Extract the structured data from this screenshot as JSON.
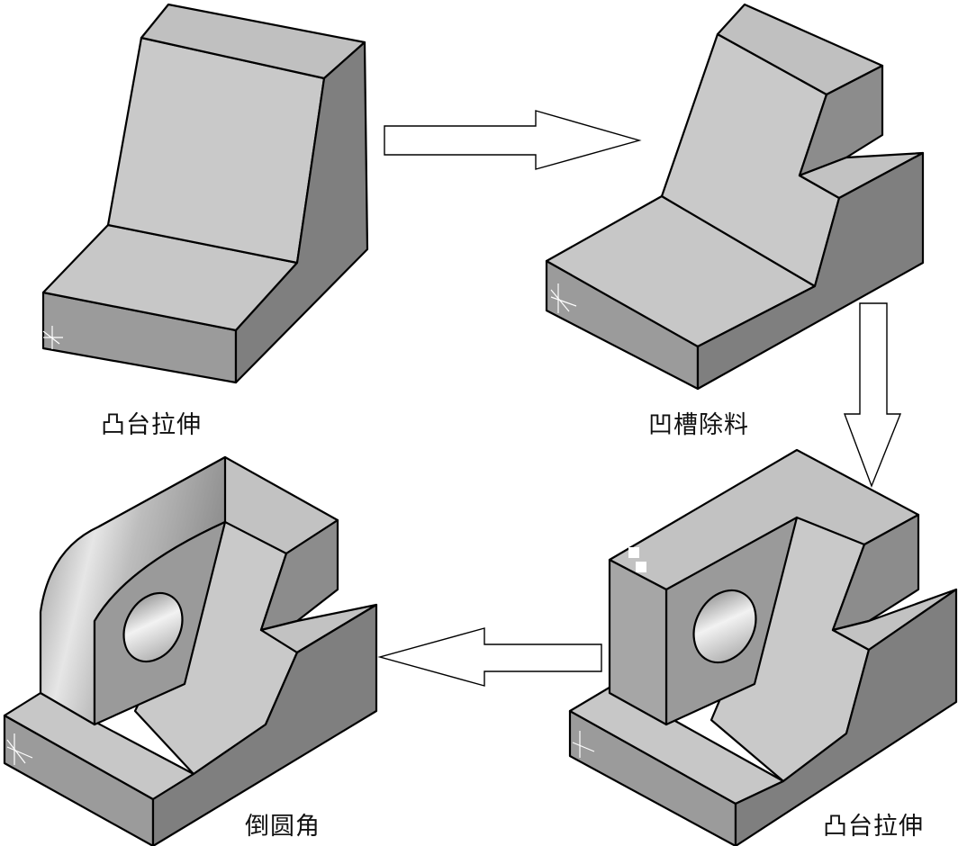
{
  "steps": [
    {
      "label": "凸台拉伸"
    },
    {
      "label": "凹槽除料"
    },
    {
      "label": "凸台拉伸"
    },
    {
      "label": "倒圆角"
    }
  ],
  "arrows": [
    {
      "from": "step-1",
      "to": "step-2",
      "direction": "right"
    },
    {
      "from": "step-2",
      "to": "step-3",
      "direction": "down"
    },
    {
      "from": "step-3",
      "to": "step-4",
      "direction": "left"
    }
  ],
  "colors": {
    "face_light": "#c9c9c9",
    "face_mid": "#9a9a9a",
    "face_dark": "#7c7c7c",
    "edge": "#000000"
  }
}
